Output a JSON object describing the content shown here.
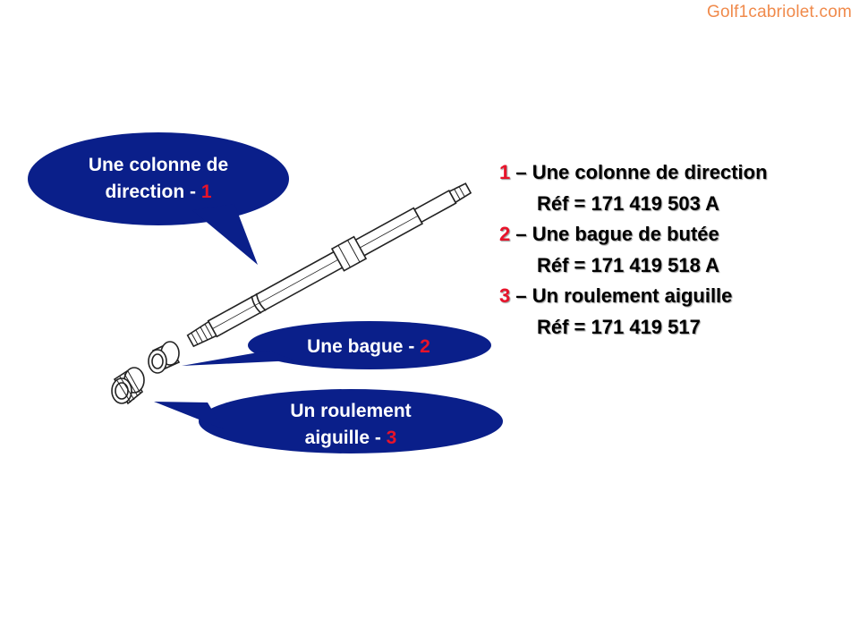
{
  "watermark": "Golf1cabriolet.com",
  "bubbles": [
    {
      "line1": "Une colonne de",
      "line2": "direction - ",
      "num": "1"
    },
    {
      "line1": "Une bague - ",
      "num": "2"
    },
    {
      "line1": "Un roulement",
      "line2": "aiguille - ",
      "num": "3"
    }
  ],
  "legend": [
    {
      "num": "1",
      "title": " – Une colonne de direction",
      "ref": "Réf = 171 419 503 A"
    },
    {
      "num": "2",
      "title": " – Une bague de butée",
      "ref": "Réf = 171 419 518 A"
    },
    {
      "num": "3",
      "title": " – Un roulement aiguille",
      "ref": "Réf =  171 419 517"
    }
  ],
  "colors": {
    "bubble": "#0a1f8a",
    "number": "#e8132a",
    "watermark": "#f08a4b"
  }
}
